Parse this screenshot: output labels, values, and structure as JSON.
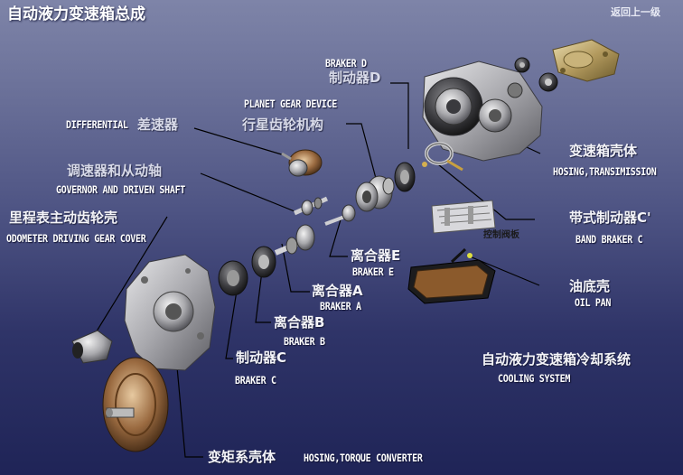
{
  "header": {
    "title": "自动液力变速箱总成",
    "back_link": "返回上一级"
  },
  "callouts": {
    "braker_d": {
      "en": "BRAKER D",
      "cn": "制动器D"
    },
    "planet_gear": {
      "en": "PLANET GEAR DEVICE",
      "cn": "行星齿轮机构"
    },
    "differential": {
      "en": "DIFFERENTIAL",
      "cn": "差速器"
    },
    "governor": {
      "cn": "调速器和从动轴",
      "en": "GOVERNOR AND DRIVEN SHAFT"
    },
    "odometer": {
      "cn": "里程表主动齿轮壳",
      "en": "ODOMETER DRIVING GEAR COVER"
    },
    "housing_trans": {
      "cn": "变速箱壳体",
      "en": "HOSING,TRANSIMISSION"
    },
    "band_braker": {
      "cn": "带式制动器C'",
      "en": "BAND BRAKER C"
    },
    "valve_body": {
      "cn": "控制阀板"
    },
    "clutch_e": {
      "cn": "离合器E",
      "en": "BRAKER E"
    },
    "oil_pan": {
      "cn": "油底壳",
      "en": "OIL PAN"
    },
    "clutch_a": {
      "cn": "离合器A",
      "en": "BRAKER A"
    },
    "clutch_b": {
      "cn": "离合器B",
      "en": "BRAKER B"
    },
    "braker_c": {
      "cn": "制动器C",
      "en": "BRAKER C"
    },
    "cooling": {
      "cn": "自动液力变速箱冷却系统",
      "en": "COOLING SYSTEM"
    },
    "torque_housing": {
      "cn": "变矩系壳体",
      "en": "HOSING,TORQUE CONVERTER"
    }
  },
  "colors": {
    "background_top": "#7e84a8",
    "background_bottom": "#1f2457",
    "leader_line": "#000000",
    "text": "#ffffff"
  }
}
